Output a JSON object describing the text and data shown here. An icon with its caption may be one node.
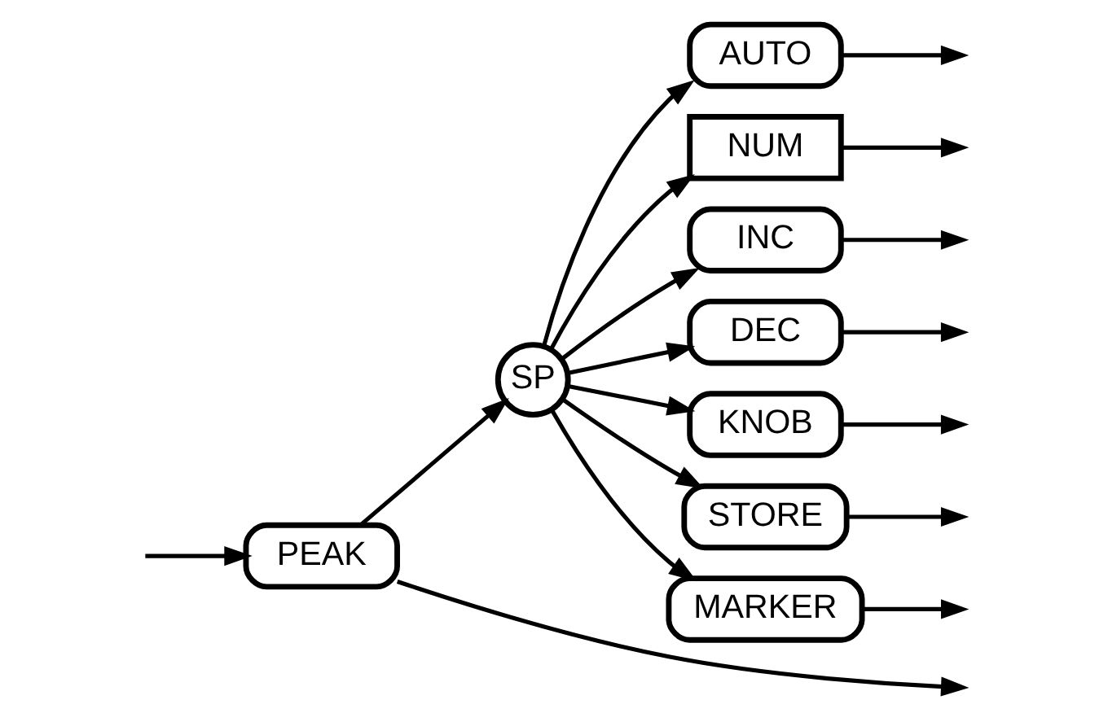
{
  "diagram": {
    "nodes": [
      {
        "text": [
          "PEAK"
        ]
      },
      {
        "text": [
          "SP"
        ]
      },
      {
        "text": [
          "AUTO"
        ]
      },
      {
        "text": [
          "NUM"
        ]
      },
      {
        "text": [
          "INC"
        ]
      },
      {
        "text": [
          "DEC"
        ]
      },
      {
        "text": [
          "KNOB"
        ]
      },
      {
        "text": [
          "STORE"
        ]
      },
      {
        "text": [
          "MARKER"
        ]
      }
    ],
    "edges": [
      {
        "from": 0,
        "to": null,
        "arrow": "to"
      },
      {
        "from": null,
        "to": 0,
        "arrow": "to"
      },
      {
        "from": 0,
        "to": 1,
        "arrow": "to"
      },
      {
        "from": 1,
        "to": 2,
        "arrow": "to"
      },
      {
        "from": 1,
        "to": 3,
        "arrow": "to"
      },
      {
        "from": 1,
        "to": 4,
        "arrow": "to"
      },
      {
        "from": 1,
        "to": 5,
        "arrow": "to"
      },
      {
        "from": 1,
        "to": 6,
        "arrow": "to"
      },
      {
        "from": 1,
        "to": 7,
        "arrow": "to"
      },
      {
        "from": 1,
        "to": 8,
        "arrow": "to"
      },
      {
        "from": 2,
        "to": null,
        "arrow": "to"
      },
      {
        "from": 3,
        "to": null,
        "arrow": "to"
      },
      {
        "from": 4,
        "to": null,
        "arrow": "to"
      },
      {
        "from": 5,
        "to": null,
        "arrow": "to"
      },
      {
        "from": 6,
        "to": null,
        "arrow": "to"
      },
      {
        "from": 7,
        "to": null,
        "arrow": "to"
      },
      {
        "from": 8,
        "to": null,
        "arrow": "to"
      }
    ]
  }
}
